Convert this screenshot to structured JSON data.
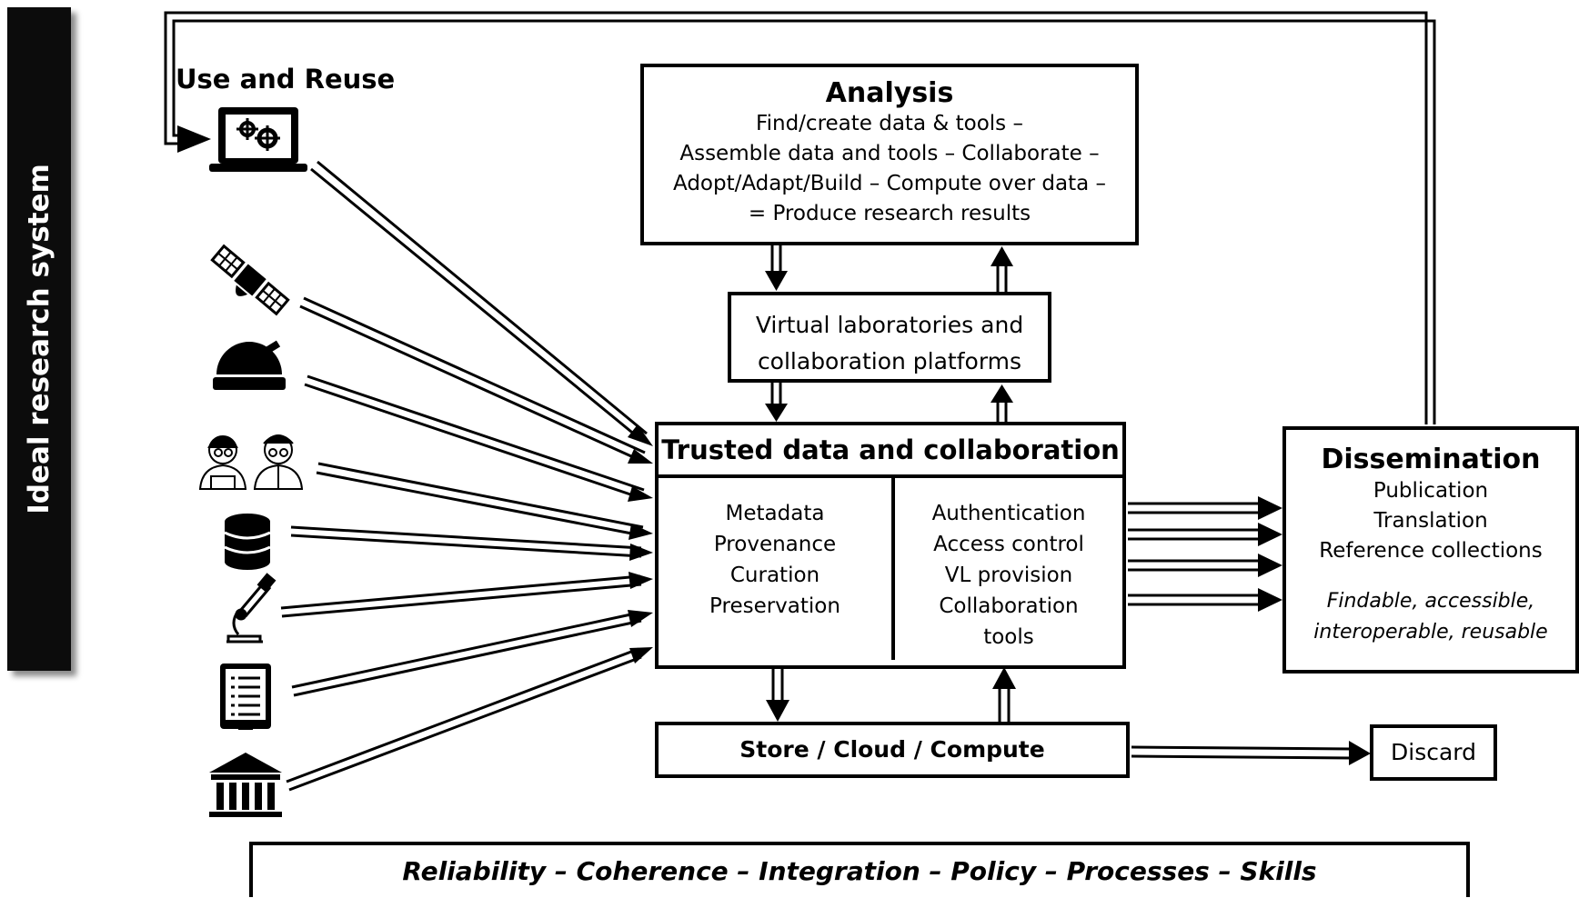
{
  "sidebar": {
    "label": "Ideal research system"
  },
  "use_reuse": {
    "label": "Use and Reuse"
  },
  "analysis": {
    "title": "Analysis",
    "lines": [
      "Find/create data & tools –",
      "Assemble data and tools – Collaborate –",
      "Adopt/Adapt/Build – Compute over data –",
      "= Produce research results"
    ]
  },
  "virtual_labs": {
    "lines": [
      "Virtual laboratories and",
      "collaboration platforms"
    ]
  },
  "trusted": {
    "title": "Trusted data and collaboration",
    "left_items": [
      "Metadata",
      "Provenance",
      "Curation",
      "Preservation"
    ],
    "right_items": [
      "Authentication",
      "Access control",
      "VL provision",
      "Collaboration",
      "tools"
    ]
  },
  "dissemination": {
    "title": "Dissemination",
    "items": [
      "Publication",
      "Translation",
      "Reference collections"
    ],
    "fair_lines": [
      "Findable, accessible,",
      "interoperable, reusable"
    ]
  },
  "store": {
    "label": "Store / Cloud / Compute"
  },
  "discard": {
    "label": "Discard"
  },
  "footer": {
    "label": "Reliability – Coherence – Integration – Policy – Processes – Skills"
  },
  "icons": [
    "laptop-gear-icon",
    "satellite-icon",
    "observatory-dome-icon",
    "researchers-icon",
    "database-icon",
    "microscope-icon",
    "document-tablet-icon",
    "institution-building-icon"
  ]
}
